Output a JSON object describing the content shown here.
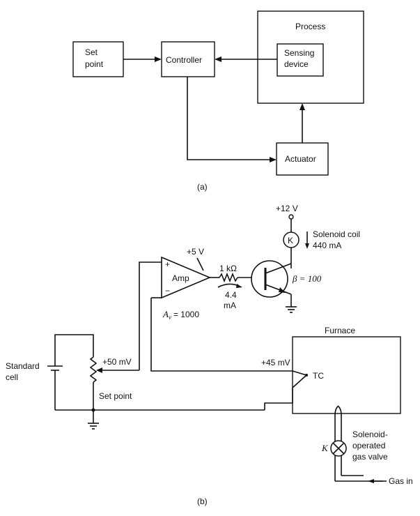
{
  "diagram_a": {
    "set_point": [
      "Set",
      "point"
    ],
    "controller": "Controller",
    "process": "Process",
    "sensing": [
      "Sensing",
      "device"
    ],
    "actuator": "Actuator",
    "caption": "(a)"
  },
  "diagram_b": {
    "supply": "+12 V",
    "coil_label": [
      "Solenoid coil",
      "440 mA"
    ],
    "coil_symbol": "K",
    "amp": "Amp",
    "amp_plus": "+",
    "amp_minus": "−",
    "amp_out_voltage": "+5 V",
    "resistor": "1 kΩ",
    "base_current": [
      "4.4",
      "mA"
    ],
    "beta": "β = 100",
    "gain": "A",
    "gain_sub": "v",
    "gain_val": "= 1000",
    "furnace": "Furnace",
    "standard_cell": [
      "Standard",
      "cell"
    ],
    "set_mv": "+50 mV",
    "tc_mv": "+45 mV",
    "tc": "TC",
    "set_point": "Set point",
    "valve_symbol": "K",
    "valve_label": [
      "Solenoid-",
      "operated",
      "gas valve"
    ],
    "gas_in": "Gas in",
    "caption": "(b)"
  }
}
